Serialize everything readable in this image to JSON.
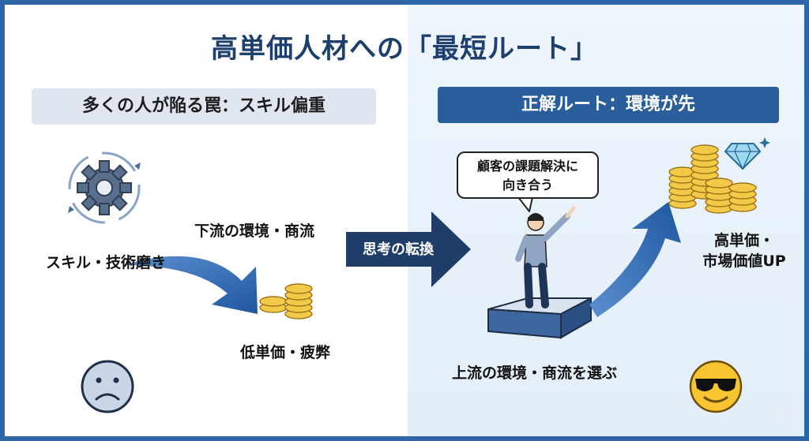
{
  "title": "高単価人材への「最短ルート」",
  "left_panel": {
    "header": "多くの人が陥る罠：スキル偏重",
    "skill_label": "スキル・技術磨き",
    "downstream_label": "下流の環境・商流",
    "result_label": "低単価・疲弊",
    "mood": "sad-face-icon"
  },
  "transition": {
    "label": "思考の転換"
  },
  "right_panel": {
    "header": "正解ルート：環境が先",
    "speech_line1": "顧客の課題解決に",
    "speech_line2": "向き合う",
    "upstream_label": "上流の環境・商流を選ぶ",
    "result_line1": "高単価・",
    "result_line2": "市場価値UP",
    "mood": "cool-face-icon"
  },
  "colors": {
    "frame": "#2f66a8",
    "accent": "#2a5d9c",
    "arrow": "#2b66b0",
    "coin": "#e8b430",
    "dark_navy": "#1c3f6e"
  }
}
